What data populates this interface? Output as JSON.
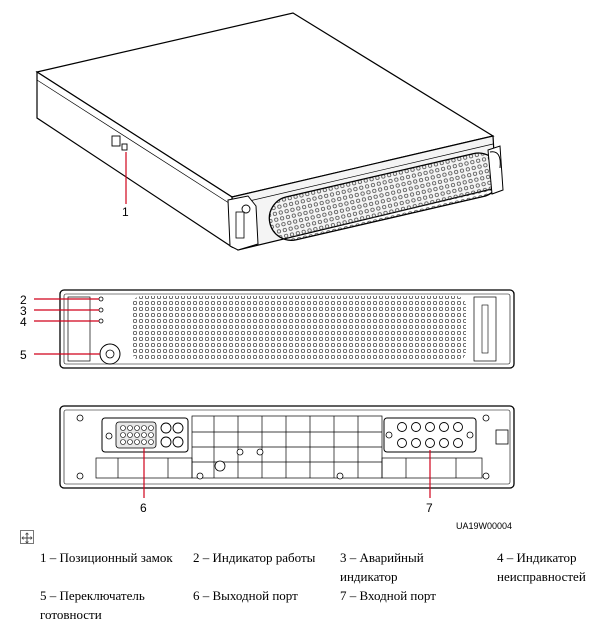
{
  "figure": {
    "id_label": "UA19W00004",
    "callouts": [
      "1",
      "2",
      "3",
      "4",
      "5",
      "6",
      "7"
    ]
  },
  "legend": [
    {
      "number": "1",
      "text": "1 – Позиционный замок"
    },
    {
      "number": "2",
      "text": "2 – Индикатор работы"
    },
    {
      "number": "3",
      "text": "3 – Аварийный индикатор"
    },
    {
      "number": "4",
      "text": "4 – Индикатор неисправностей"
    },
    {
      "number": "5",
      "text": "5 – Переключатель готовности"
    },
    {
      "number": "6",
      "text": "6 – Выходной порт"
    },
    {
      "number": "7",
      "text": "7 – Входной порт"
    }
  ],
  "icons": {
    "move_handle": "move-cross-icon"
  }
}
